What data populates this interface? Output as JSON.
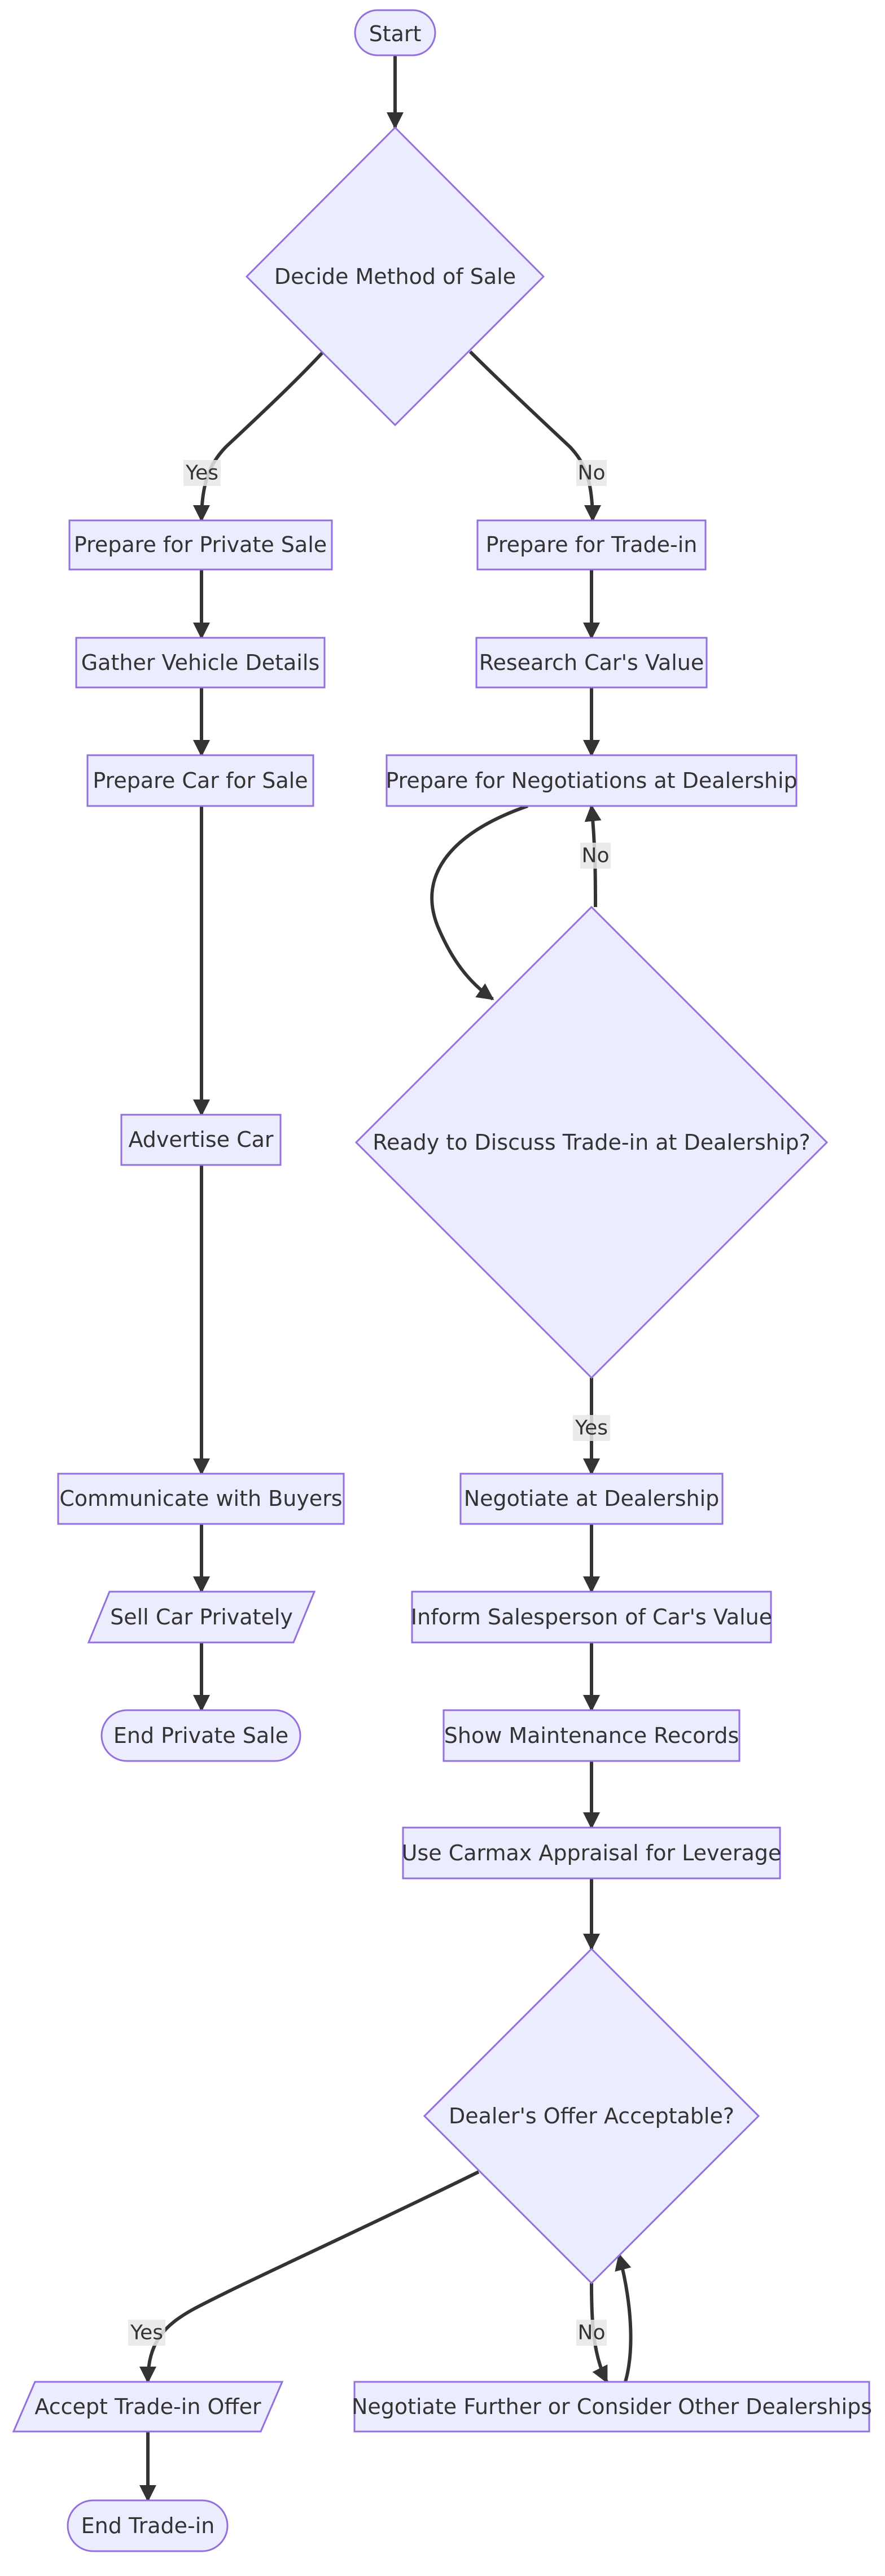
{
  "nodes": {
    "start": "Start",
    "decide_method": "Decide Method of Sale",
    "prep_private": "Prepare for Private Sale",
    "gather_details": "Gather Vehicle Details",
    "prep_car": "Prepare Car for Sale",
    "advertise": "Advertise Car",
    "communicate": "Communicate with Buyers",
    "sell_privately": "Sell Car Privately",
    "end_private": "End Private Sale",
    "prep_tradein": "Prepare for Trade-in",
    "research_value": "Research Car's Value",
    "prep_negotiations": "Prepare for Negotiations at Dealership",
    "ready_discuss": "Ready to Discuss Trade-in at Dealership?",
    "negotiate_dealer": "Negotiate at Dealership",
    "inform_salesperson": "Inform Salesperson of Car's Value",
    "show_records": "Show Maintenance Records",
    "use_carmax": "Use Carmax Appraisal for Leverage",
    "offer_acceptable": "Dealer's Offer Acceptable?",
    "accept_offer": "Accept Trade-in Offer",
    "negotiate_further": "Negotiate Further or Consider Other Dealerships",
    "end_tradein": "End Trade-in"
  },
  "edge_labels": {
    "method_yes": "Yes",
    "method_no": "No",
    "ready_no": "No",
    "ready_yes": "Yes",
    "offer_yes": "Yes",
    "offer_no": "No"
  },
  "colors": {
    "node_fill": "#ECECFF",
    "node_stroke": "#9370DB",
    "edge": "#333333",
    "label_text": "#333333",
    "edge_label_bg": "#e8e8e8"
  }
}
